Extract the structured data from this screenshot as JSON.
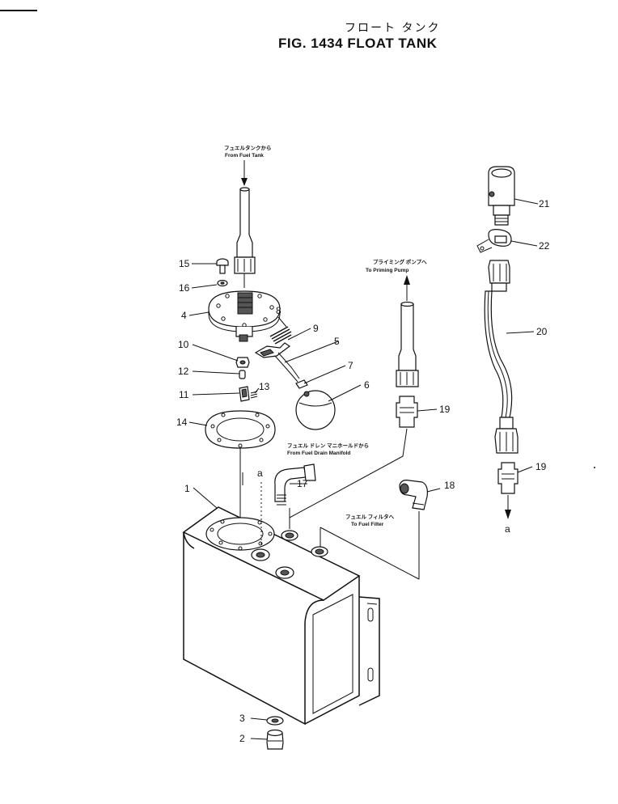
{
  "figure": {
    "title_jp": "フロート タンク",
    "title_en": "FIG. 1434  FLOAT TANK"
  },
  "part_numbers": {
    "p1": "1",
    "p2": "2",
    "p3": "3",
    "p4": "4",
    "p5": "5",
    "p6": "6",
    "p7": "7",
    "p8": "8",
    "p9": "9",
    "p10": "10",
    "p11": "11",
    "p12": "12",
    "p13": "13",
    "p14": "14",
    "p15": "15",
    "p16": "16",
    "p17": "17",
    "p18": "18",
    "p19a": "19",
    "p19b": "19",
    "p20": "20",
    "p21": "21",
    "p22": "22"
  },
  "reference_marks": {
    "a_top": "a",
    "a_bottom": "a"
  },
  "notes": {
    "fuel_tank_jp": "フュエルタンクから",
    "fuel_tank_en": "From Fuel Tank",
    "priming_jp": "プライミング ポンプへ",
    "priming_en": "To Priming Pump",
    "drain_jp": "フュエル ドレン マニホールドから",
    "drain_en": "From Fuel Drain Manifold",
    "filter_jp": "フュエル フィルタへ",
    "filter_en": "To Fuel Filter"
  }
}
